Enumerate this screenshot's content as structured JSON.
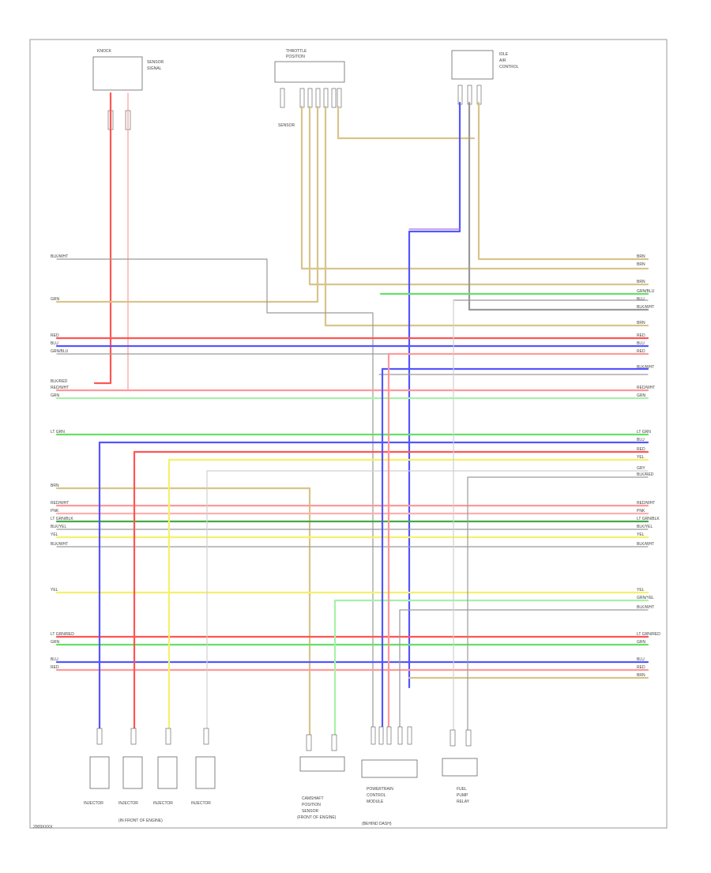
{
  "diagram": {
    "footer_code": "2009XXXX",
    "colors": {
      "red": "#ff5555",
      "blue": "#5555ff",
      "green": "#66e066",
      "yellow": "#f5f06a",
      "tan": "#d8c48a",
      "gray": "#9a9a9a",
      "pink": "#ffb0b0",
      "violet": "#a070e0",
      "light": "#d0d0d0"
    },
    "components": {
      "top_left": [
        "KNOCK",
        "SENSOR",
        "SIGNAL"
      ],
      "top_center": [
        "THROTTLE",
        "POSITION",
        "SENSOR"
      ],
      "top_right": [
        "IDLE",
        "AIR",
        "CONTROL"
      ],
      "bottom_injectors": [
        "INJECTOR",
        "INJECTOR",
        "INJECTOR",
        "INJECTOR"
      ],
      "bottom_injectors_caption": "(IN FRONT OF ENGINE)",
      "bottom_sensor": [
        "CAMSHAFT",
        "POSITION",
        "SENSOR",
        "(FRONT OF ENGINE)"
      ],
      "bottom_module": [
        "POWERTRAIN",
        "CONTROL",
        "MODULE",
        "(BEHIND DASH)"
      ],
      "bottom_relay": [
        "FUEL",
        "PUMP",
        "RELAY"
      ]
    },
    "left_labels": [
      "BLK/WHT",
      "GRN",
      "RED",
      "BLU",
      "GRN/BLU",
      "BLK/RED",
      "RED/WHT",
      "GRN",
      "LT GRN",
      "BRN",
      "RED/WHT",
      "PNK",
      "LT GRN/BLK",
      "BLK/YEL",
      "YEL",
      "BLK/WHT",
      "YEL",
      "LT GRN/RED",
      "GRN",
      "BLU",
      "RED"
    ],
    "right_labels": [
      "BRN",
      "BRN",
      "BRN",
      "GRN/BLU",
      "BLU",
      "BLK/WHT",
      "BRN",
      "RED",
      "BLU",
      "RED",
      "BLK/WHT",
      "RED/WHT",
      "GRN",
      "LT GRN",
      "BLU",
      "RED",
      "YEL",
      "GRY",
      "BLK/RED",
      "RED/WHT",
      "PNK",
      "LT GRN/BLK",
      "BLK/YEL",
      "YEL",
      "BLK/WHT",
      "YEL",
      "GRN/YEL",
      "BLK/WHT",
      "LT GRN/RED",
      "GRN",
      "BLU",
      "RED",
      "BRN"
    ]
  }
}
